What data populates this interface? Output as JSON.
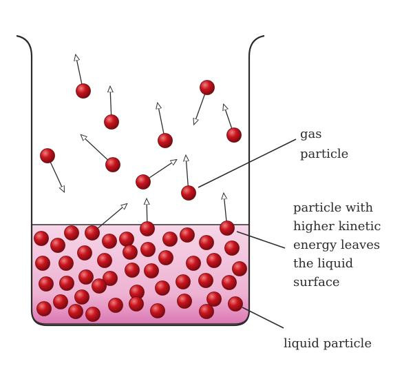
{
  "labels": {
    "gas_particle": [
      "gas",
      "particle"
    ],
    "escaping_particle": [
      "particle with",
      "higher kinetic",
      "energy leaves",
      "the liquid",
      "surface"
    ],
    "liquid_particle": [
      "liquid particle"
    ]
  },
  "colors": {
    "particle": "#c8141e",
    "particle_highlight": "#f08080",
    "liquid": "#f2c0dc",
    "liquid_bottom": "#dc78b4",
    "outline": "#2b2b2b"
  }
}
